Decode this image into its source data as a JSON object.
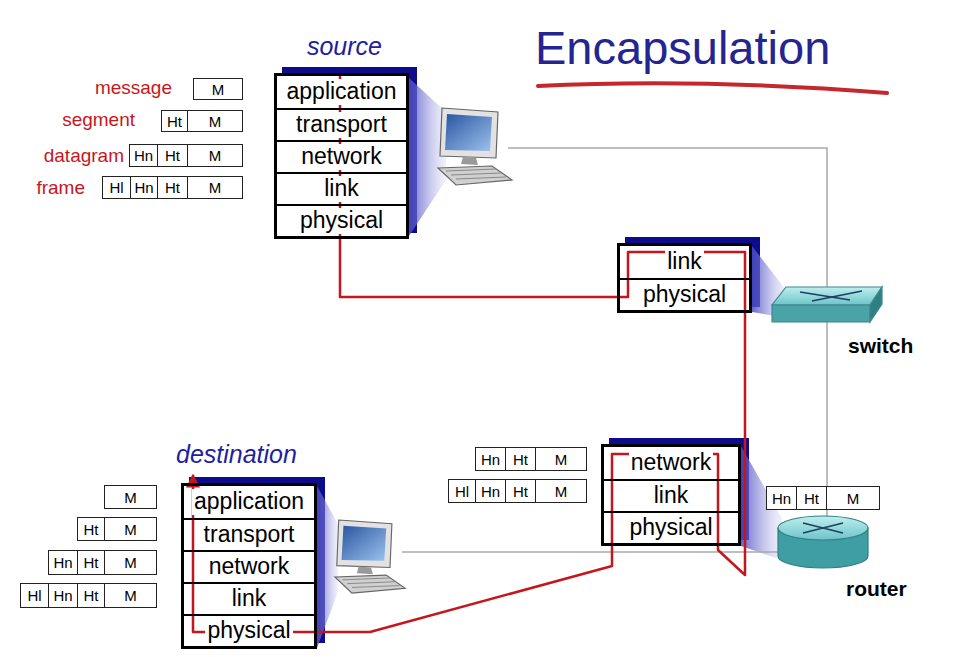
{
  "diagram": {
    "title": "Encapsulation",
    "nodes": [
      {
        "text": [
          "source"
        ]
      },
      {
        "text": [
          "application"
        ],
        "in": 0
      },
      {
        "text": [
          "transport"
        ],
        "in": 0
      },
      {
        "text": [
          "network"
        ],
        "in": 0
      },
      {
        "text": [
          "link"
        ],
        "in": 0
      },
      {
        "text": [
          "physical"
        ],
        "in": 0
      },
      {
        "text": [
          "switch"
        ]
      },
      {
        "text": [
          "link"
        ],
        "in": 6
      },
      {
        "text": [
          "physical"
        ],
        "in": 6
      },
      {
        "text": [
          "router"
        ]
      },
      {
        "text": [
          "network"
        ],
        "in": 9
      },
      {
        "text": [
          "link"
        ],
        "in": 9
      },
      {
        "text": [
          "physical"
        ],
        "in": 9
      },
      {
        "text": [
          "destination"
        ]
      },
      {
        "text": [
          "application"
        ],
        "in": 13
      },
      {
        "text": [
          "transport"
        ],
        "in": 13
      },
      {
        "text": [
          "network"
        ],
        "in": 13
      },
      {
        "text": [
          "link"
        ],
        "in": 13
      },
      {
        "text": [
          "physical"
        ],
        "in": 13
      }
    ],
    "edges": [
      {
        "from": 0,
        "to": 6,
        "arrow": "none"
      },
      {
        "from": 6,
        "to": 9,
        "arrow": "none"
      },
      {
        "from": 9,
        "to": 13,
        "arrow": "to"
      }
    ],
    "labels": [
      "message",
      "M",
      "segment",
      "Ht",
      "M",
      "datagram",
      "Hn",
      "Ht",
      "M",
      "frame",
      "Hl",
      "Hn",
      "Ht",
      "M",
      "Hn",
      "Ht",
      "M",
      "Hl",
      "Hn",
      "Ht",
      "M",
      "Hn",
      "Ht",
      "M",
      "M",
      "Ht",
      "M",
      "Hn",
      "Ht",
      "M",
      "Hl",
      "Hn",
      "Ht",
      "M"
    ]
  }
}
